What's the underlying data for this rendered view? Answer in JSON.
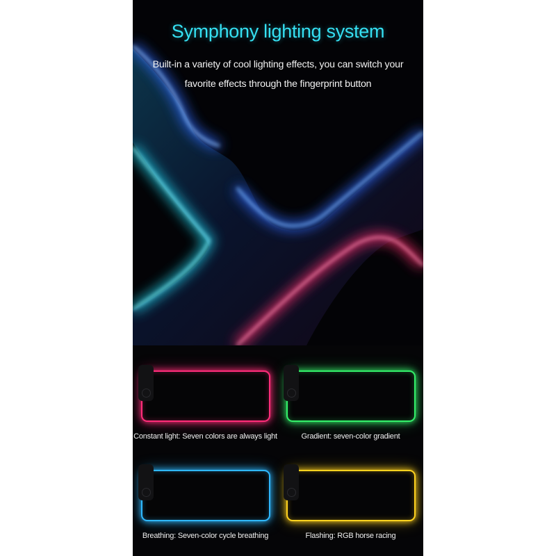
{
  "header": {
    "title": "Symphony lighting system",
    "subtitle_line1": "Built-in a variety of cool lighting effects, you can switch your",
    "subtitle_line2": "favorite effects through the fingerprint button"
  },
  "modes": [
    {
      "caption": "Constant light: Seven colors are always light",
      "glow_color": "#ff2d7a"
    },
    {
      "caption": "Gradient: seven-color gradient",
      "glow_color": "#34f06a"
    },
    {
      "caption": "Breathing: Seven-color cycle breathing",
      "glow_color": "#2fb8ff"
    },
    {
      "caption": "Flashing: RGB horse racing",
      "glow_color": "#ffd21f"
    }
  ],
  "colors": {
    "title": "#35e0f2",
    "cyan_glow": "#22d8f0",
    "blue_glow": "#2f6bff",
    "magenta_glow": "#ff2d6f"
  }
}
